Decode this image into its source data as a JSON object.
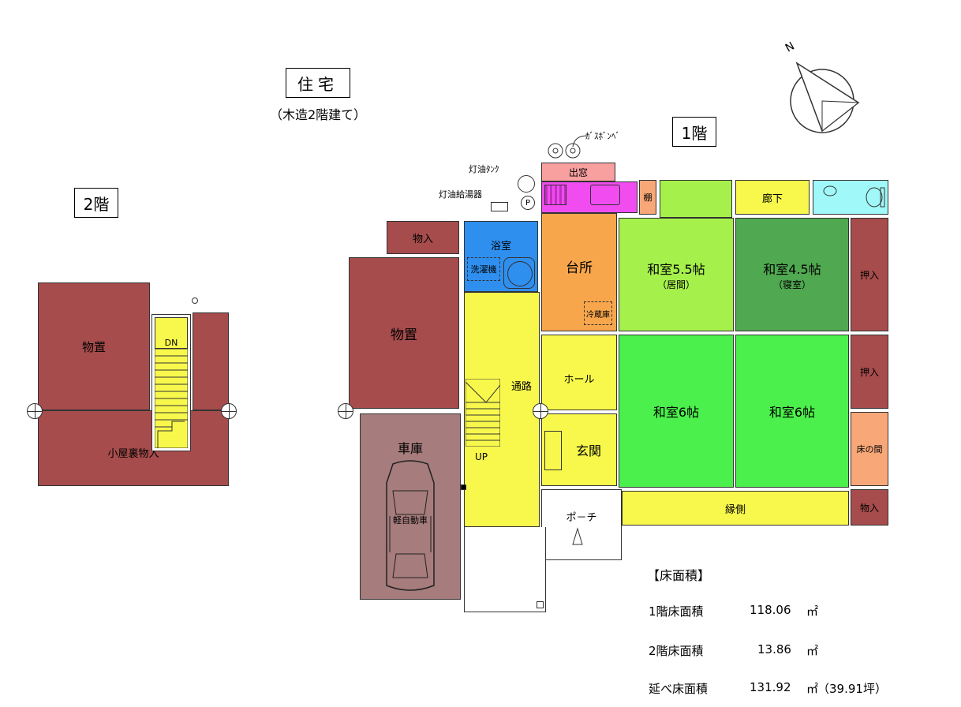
{
  "title": {
    "main": "住宅",
    "sub": "（木造2階建て）"
  },
  "floor1": {
    "label": "1階",
    "rooms": {
      "storage_small": "物入",
      "bath": "浴室",
      "washer": "洗濯機",
      "kitchen": "台所",
      "fridge": "冷蔵庫",
      "shelf": "棚",
      "hall_corridor": "廊下",
      "washitsu55": "和室5.5帖",
      "washitsu55_sub": "（居間）",
      "washitsu45": "和室4.5帖",
      "washitsu45_sub": "（寝室）",
      "oshiire1": "押入",
      "oshiire2": "押入",
      "storage_big": "物置",
      "passage": "通路",
      "hall": "ホール",
      "entrance": "玄関",
      "washitsu6a": "和室6帖",
      "washitsu6b": "和室6帖",
      "tokonoma": "床の間",
      "engawa": "縁側",
      "storage_end": "物入",
      "garage": "車庫",
      "car": "軽自動車",
      "porch": "ポ－チ",
      "up": "UP",
      "bay_window": "出窓"
    },
    "fixtures": {
      "gas": "ｶﾞｽﾎﾞﾝﾍﾞ",
      "kerosene_tank": "灯油ﾀﾝｸ",
      "kerosene_heater": "灯油給湯器",
      "p_mark": "P"
    }
  },
  "floor2": {
    "label": "2階",
    "rooms": {
      "storage": "物置",
      "attic": "小屋裏物入",
      "dn": "DN"
    }
  },
  "compass": {
    "north": "N"
  },
  "area": {
    "heading": "【床面積】",
    "rows": [
      {
        "label": "1階床面積",
        "value": "118.06",
        "unit": "㎡",
        "extra": ""
      },
      {
        "label": "2階床面積",
        "value": "13.86",
        "unit": "㎡",
        "extra": ""
      },
      {
        "label": "延べ床面積",
        "value": "131.92",
        "unit": "㎡",
        "extra": "（39.91坪）"
      }
    ]
  },
  "colors": {
    "storage": "#a64c4c",
    "garage": "#a67c7c",
    "bath": "#2f8fef",
    "kitchen": "#f8a64c",
    "sink": "#f04cf0",
    "bay": "#f8a0a0",
    "washitsu55": "#a6f04c",
    "washitsu45": "#50a850",
    "washitsu6": "#4cf04c",
    "yellow": "#f8f84c",
    "toilet": "#a0f8f8",
    "tokonoma": "#f8a878",
    "white": "#ffffff"
  }
}
